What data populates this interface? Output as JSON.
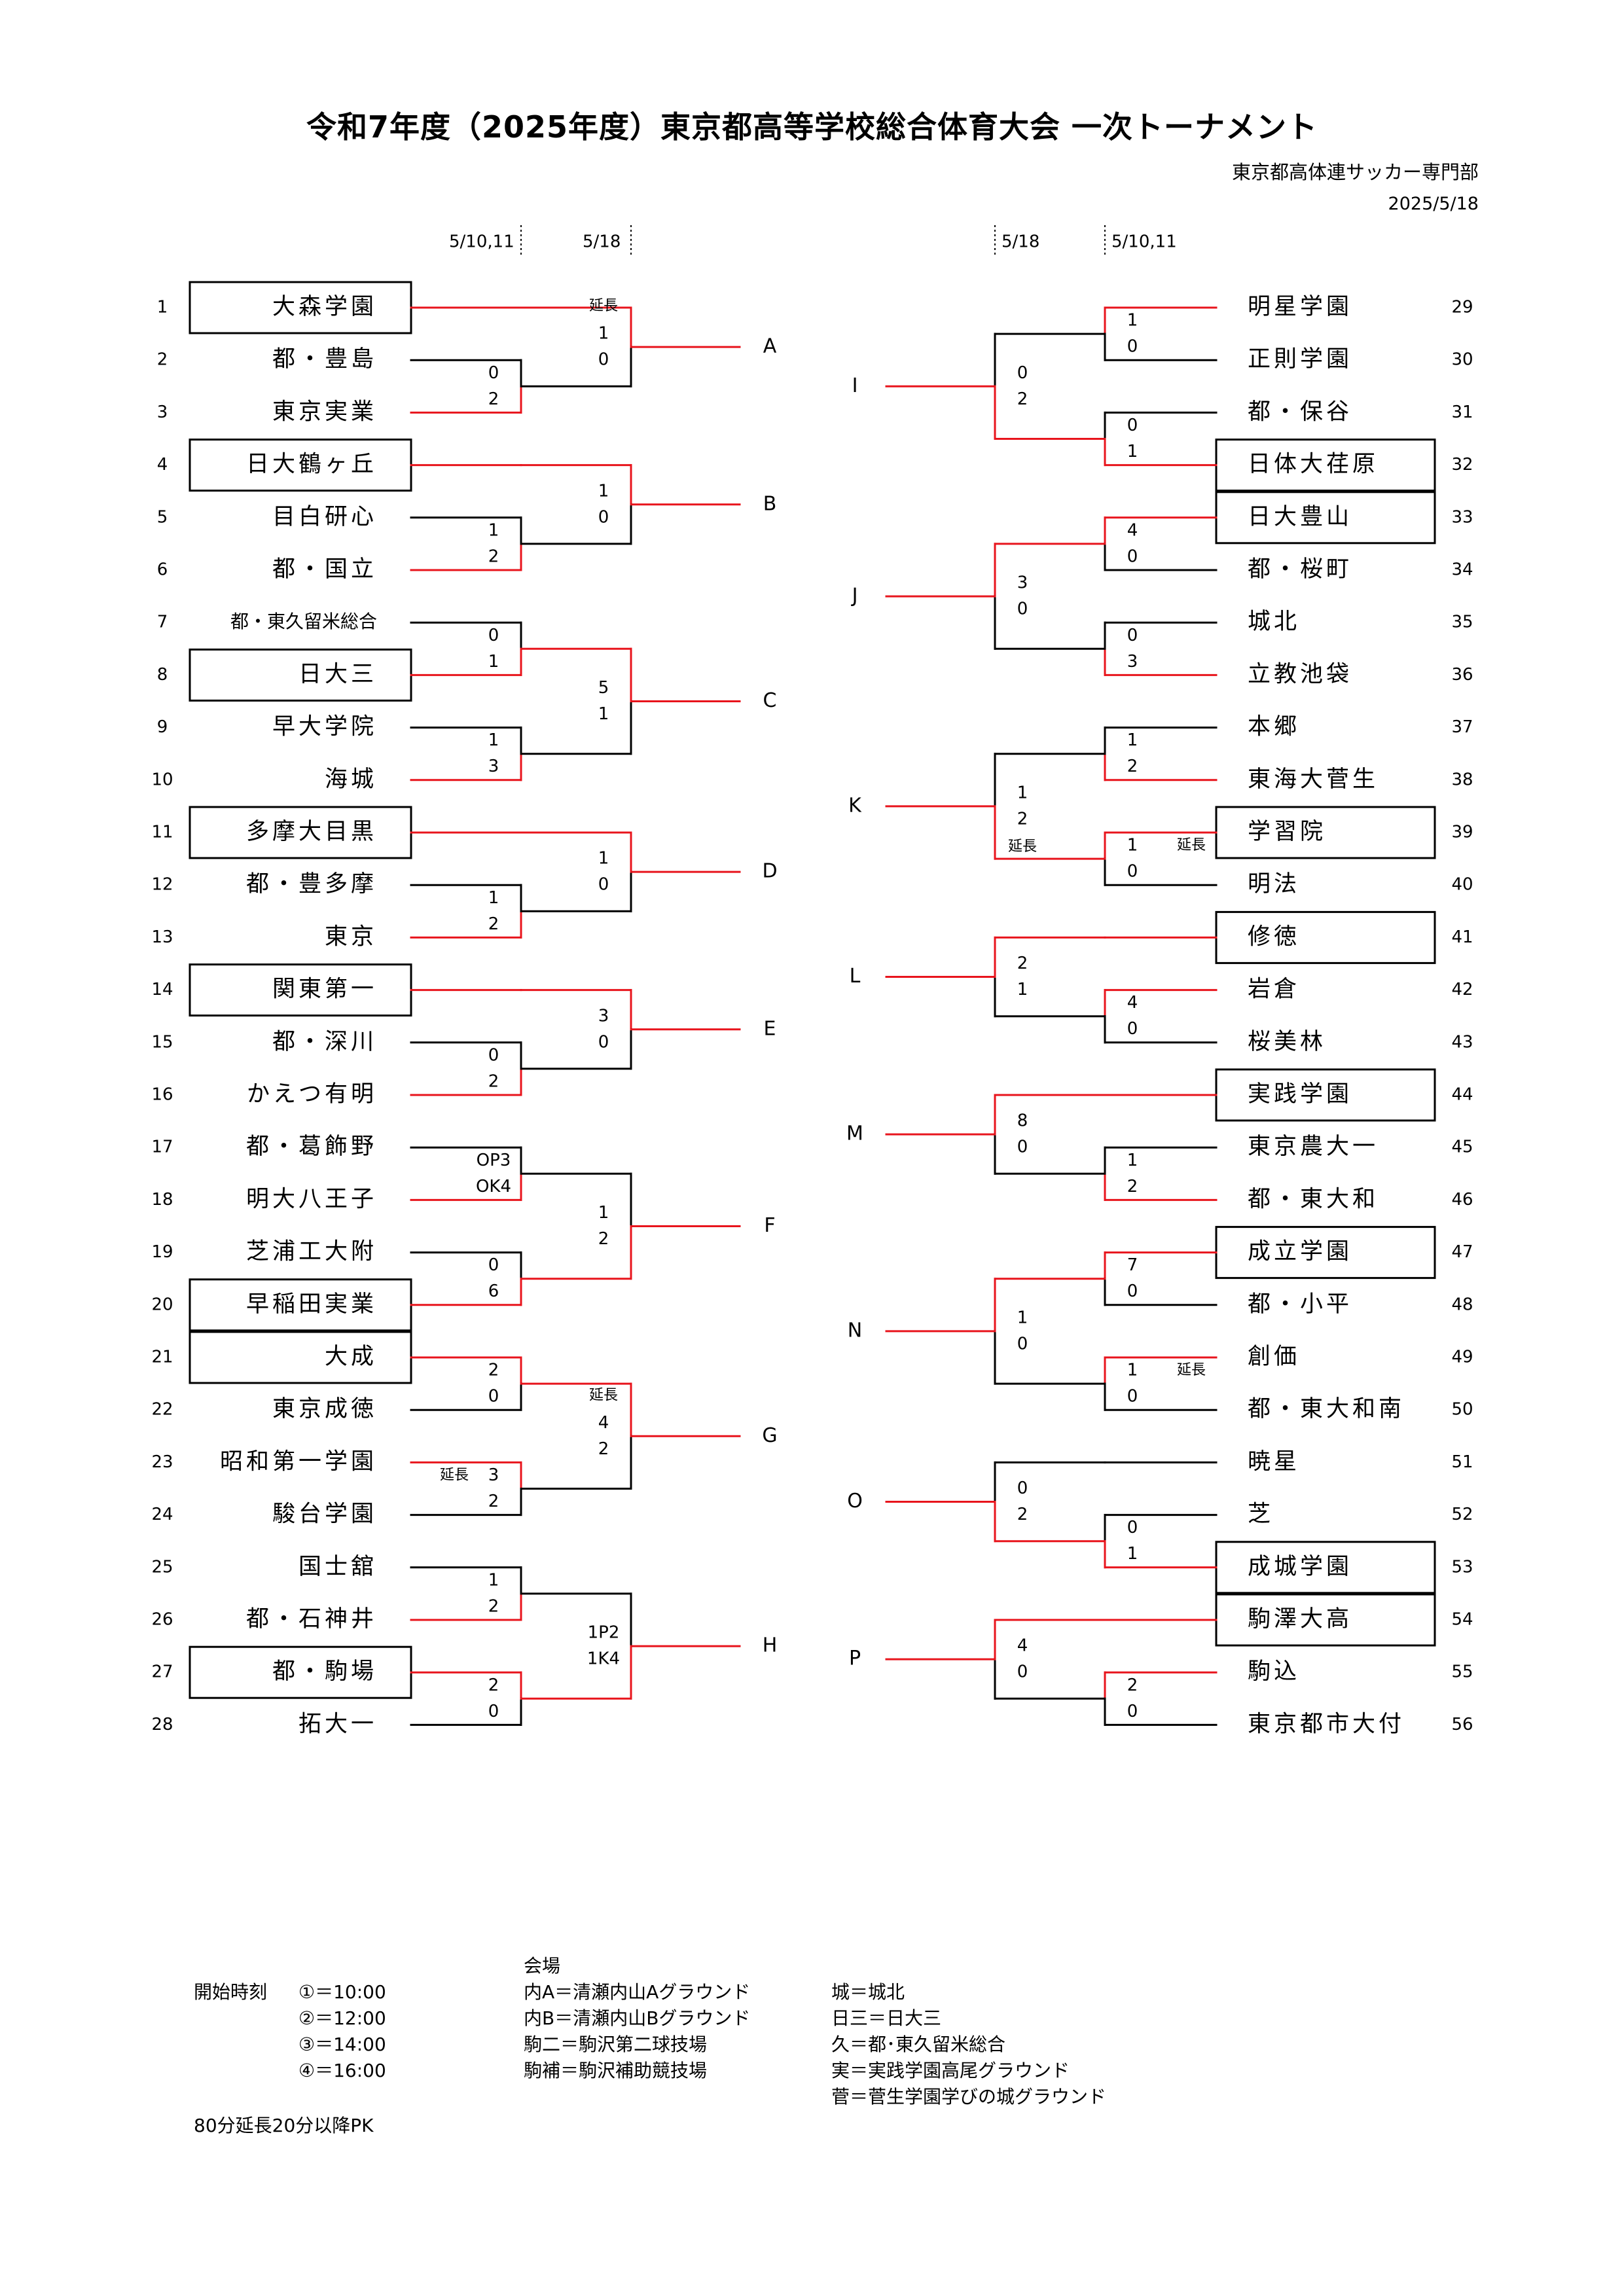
{
  "title": "令和7年度（2025年度）東京都高等学校総合体育大会 一次トーナメント",
  "organizer": "東京都高体連サッカー専門部",
  "date": "2025/5/18",
  "round_dates": {
    "left_r1": "5/10,11",
    "left_r2": "5/18",
    "right_r2": "5/18",
    "right_r1": "5/10,11"
  },
  "colors": {
    "winner_line": "#e8141c",
    "line": "#000000"
  },
  "teams": [
    {
      "num": "1",
      "name": "大森学園",
      "boxed": true
    },
    {
      "num": "2",
      "name": "都・豊島",
      "boxed": false
    },
    {
      "num": "3",
      "name": "東京実業",
      "boxed": false
    },
    {
      "num": "4",
      "name": "日大鶴ヶ丘",
      "boxed": true
    },
    {
      "num": "5",
      "name": "目白研心",
      "boxed": false
    },
    {
      "num": "6",
      "name": "都・国立",
      "boxed": false
    },
    {
      "num": "7",
      "name": "都・東久留米総合",
      "boxed": false
    },
    {
      "num": "8",
      "name": "日大三",
      "boxed": true
    },
    {
      "num": "9",
      "name": "早大学院",
      "boxed": false
    },
    {
      "num": "10",
      "name": "海城",
      "boxed": false
    },
    {
      "num": "11",
      "name": "多摩大目黒",
      "boxed": true
    },
    {
      "num": "12",
      "name": "都・豊多摩",
      "boxed": false
    },
    {
      "num": "13",
      "name": "東京",
      "boxed": false
    },
    {
      "num": "14",
      "name": "関東第一",
      "boxed": true
    },
    {
      "num": "15",
      "name": "都・深川",
      "boxed": false
    },
    {
      "num": "16",
      "name": "かえつ有明",
      "boxed": false
    },
    {
      "num": "17",
      "name": "都・葛飾野",
      "boxed": false
    },
    {
      "num": "18",
      "name": "明大八王子",
      "boxed": false
    },
    {
      "num": "19",
      "name": "芝浦工大附",
      "boxed": false
    },
    {
      "num": "20",
      "name": "早稲田実業",
      "boxed": true
    },
    {
      "num": "21",
      "name": "大成",
      "boxed": true
    },
    {
      "num": "22",
      "name": "東京成徳",
      "boxed": false
    },
    {
      "num": "23",
      "name": "昭和第一学園",
      "boxed": false
    },
    {
      "num": "24",
      "name": "駿台学園",
      "boxed": false
    },
    {
      "num": "25",
      "name": "国士舘",
      "boxed": false
    },
    {
      "num": "26",
      "name": "都・石神井",
      "boxed": false
    },
    {
      "num": "27",
      "name": "都・駒場",
      "boxed": true
    },
    {
      "num": "28",
      "name": "拓大一",
      "boxed": false
    },
    {
      "num": "29",
      "name": "明星学園",
      "boxed": false
    },
    {
      "num": "30",
      "name": "正則学園",
      "boxed": false
    },
    {
      "num": "31",
      "name": "都・保谷",
      "boxed": false
    },
    {
      "num": "32",
      "name": "日体大荏原",
      "boxed": true
    },
    {
      "num": "33",
      "name": "日大豊山",
      "boxed": true
    },
    {
      "num": "34",
      "name": "都・桜町",
      "boxed": false
    },
    {
      "num": "35",
      "name": "城北",
      "boxed": false
    },
    {
      "num": "36",
      "name": "立教池袋",
      "boxed": false
    },
    {
      "num": "37",
      "name": "本郷",
      "boxed": false
    },
    {
      "num": "38",
      "name": "東海大菅生",
      "boxed": false
    },
    {
      "num": "39",
      "name": "学習院",
      "boxed": true
    },
    {
      "num": "40",
      "name": "明法",
      "boxed": false
    },
    {
      "num": "41",
      "name": "修徳",
      "boxed": true
    },
    {
      "num": "42",
      "name": "岩倉",
      "boxed": false
    },
    {
      "num": "43",
      "name": "桜美林",
      "boxed": false
    },
    {
      "num": "44",
      "name": "実践学園",
      "boxed": true
    },
    {
      "num": "45",
      "name": "東京農大一",
      "boxed": false
    },
    {
      "num": "46",
      "name": "都・東大和",
      "boxed": false
    },
    {
      "num": "47",
      "name": "成立学園",
      "boxed": true
    },
    {
      "num": "48",
      "name": "都・小平",
      "boxed": false
    },
    {
      "num": "49",
      "name": "創価",
      "boxed": false
    },
    {
      "num": "50",
      "name": "都・東大和南",
      "boxed": false
    },
    {
      "num": "51",
      "name": "暁星",
      "boxed": false
    },
    {
      "num": "52",
      "name": "芝",
      "boxed": false
    },
    {
      "num": "53",
      "name": "成城学園",
      "boxed": true
    },
    {
      "num": "54",
      "name": "駒澤大高",
      "boxed": true
    },
    {
      "num": "55",
      "name": "駒込",
      "boxed": false
    },
    {
      "num": "56",
      "name": "東京都市大付",
      "boxed": false
    }
  ],
  "blocks": [
    {
      "side": "L",
      "label": "A",
      "top": "1",
      "r1": [
        {
          "a": "2",
          "b": "3",
          "s1": "0",
          "s2": "2",
          "winner": "b",
          "note": ""
        }
      ],
      "r2": {
        "s1": "1",
        "s2": "0",
        "winner": "top",
        "note": "延長"
      }
    },
    {
      "side": "L",
      "label": "B",
      "top": "4",
      "r1": [
        {
          "a": "5",
          "b": "6",
          "s1": "1",
          "s2": "2",
          "winner": "b",
          "note": ""
        }
      ],
      "r2": {
        "s1": "1",
        "s2": "0",
        "winner": "top",
        "note": ""
      }
    },
    {
      "side": "L",
      "label": "C",
      "r1": [
        {
          "a": "7",
          "b": "8",
          "s1": "0",
          "s2": "1",
          "winner": "b",
          "note": ""
        },
        {
          "a": "9",
          "b": "10",
          "s1": "1",
          "s2": "3",
          "winner": "b",
          "note": ""
        }
      ],
      "r2": {
        "s1": "5",
        "s2": "1",
        "winner": "top",
        "note": ""
      }
    },
    {
      "side": "L",
      "label": "D",
      "top": "11",
      "r1": [
        {
          "a": "12",
          "b": "13",
          "s1": "1",
          "s2": "2",
          "winner": "b",
          "note": ""
        }
      ],
      "r2": {
        "s1": "1",
        "s2": "0",
        "winner": "top",
        "note": ""
      }
    },
    {
      "side": "L",
      "label": "E",
      "top": "14",
      "r1": [
        {
          "a": "15",
          "b": "16",
          "s1": "0",
          "s2": "2",
          "winner": "b",
          "note": ""
        }
      ],
      "r2": {
        "s1": "3",
        "s2": "0",
        "winner": "top",
        "note": ""
      }
    },
    {
      "side": "L",
      "label": "F",
      "r1": [
        {
          "a": "17",
          "b": "18",
          "s1": "OP3",
          "s2": "OK4",
          "winner": "b",
          "note": ""
        },
        {
          "a": "19",
          "b": "20",
          "s1": "0",
          "s2": "6",
          "winner": "b",
          "note": ""
        }
      ],
      "r2": {
        "s1": "1",
        "s2": "2",
        "winner": "bottom",
        "note": ""
      }
    },
    {
      "side": "L",
      "label": "G",
      "r1": [
        {
          "a": "21",
          "b": "22",
          "s1": "2",
          "s2": "0",
          "winner": "a",
          "note": ""
        },
        {
          "a": "23",
          "b": "24",
          "s1": "3",
          "s2": "2",
          "winner": "a",
          "note": "延長"
        }
      ],
      "r2": {
        "s1": "4",
        "s2": "2",
        "winner": "top",
        "note": "延長"
      }
    },
    {
      "side": "L",
      "label": "H",
      "r1": [
        {
          "a": "25",
          "b": "26",
          "s1": "1",
          "s2": "2",
          "winner": "b",
          "note": ""
        },
        {
          "a": "27",
          "b": "28",
          "s1": "2",
          "s2": "0",
          "winner": "a",
          "note": ""
        }
      ],
      "r2": {
        "s1": "1P2",
        "s2": "1K4",
        "winner": "bottom",
        "note": ""
      }
    },
    {
      "side": "R",
      "label": "I",
      "r1": [
        {
          "a": "29",
          "b": "30",
          "s1": "1",
          "s2": "0",
          "winner": "a",
          "note": ""
        },
        {
          "a": "31",
          "b": "32",
          "s1": "0",
          "s2": "1",
          "winner": "b",
          "note": ""
        }
      ],
      "r2": {
        "s1": "0",
        "s2": "2",
        "winner": "bottom",
        "note": ""
      }
    },
    {
      "side": "R",
      "label": "J",
      "r1": [
        {
          "a": "33",
          "b": "34",
          "s1": "4",
          "s2": "0",
          "winner": "a",
          "note": ""
        },
        {
          "a": "35",
          "b": "36",
          "s1": "0",
          "s2": "3",
          "winner": "b",
          "note": ""
        }
      ],
      "r2": {
        "s1": "3",
        "s2": "0",
        "winner": "top",
        "note": ""
      }
    },
    {
      "side": "R",
      "label": "K",
      "r1": [
        {
          "a": "37",
          "b": "38",
          "s1": "1",
          "s2": "2",
          "winner": "b",
          "note": ""
        },
        {
          "a": "39",
          "b": "40",
          "s1": "1",
          "s2": "0",
          "winner": "a",
          "note": "延長"
        }
      ],
      "r2": {
        "s1": "1",
        "s2": "2",
        "winner": "bottom",
        "note": "延長"
      }
    },
    {
      "side": "R",
      "label": "L",
      "top": "41",
      "r1": [
        {
          "a": "42",
          "b": "43",
          "s1": "4",
          "s2": "0",
          "winner": "a",
          "note": ""
        }
      ],
      "r2": {
        "s1": "2",
        "s2": "1",
        "winner": "top",
        "note": ""
      }
    },
    {
      "side": "R",
      "label": "M",
      "top": "44",
      "r1": [
        {
          "a": "45",
          "b": "46",
          "s1": "1",
          "s2": "2",
          "winner": "b",
          "note": ""
        }
      ],
      "r2": {
        "s1": "8",
        "s2": "0",
        "winner": "top",
        "note": ""
      }
    },
    {
      "side": "R",
      "label": "N",
      "r1": [
        {
          "a": "47",
          "b": "48",
          "s1": "7",
          "s2": "0",
          "winner": "a",
          "note": ""
        },
        {
          "a": "49",
          "b": "50",
          "s1": "1",
          "s2": "0",
          "winner": "a",
          "note": "延長"
        }
      ],
      "r2": {
        "s1": "1",
        "s2": "0",
        "winner": "top",
        "note": ""
      }
    },
    {
      "side": "R",
      "label": "O",
      "top": "51",
      "r1": [
        {
          "a": "52",
          "b": "53",
          "s1": "0",
          "s2": "1",
          "winner": "b",
          "note": ""
        }
      ],
      "r2": {
        "s1": "0",
        "s2": "2",
        "winner": "bottom",
        "note": ""
      }
    },
    {
      "side": "R",
      "label": "P",
      "top": "54",
      "r1": [
        {
          "a": "55",
          "b": "56",
          "s1": "2",
          "s2": "0",
          "winner": "a",
          "note": ""
        }
      ],
      "r2": {
        "s1": "4",
        "s2": "0",
        "winner": "top",
        "note": ""
      }
    }
  ],
  "start_times": {
    "label": "開始時刻",
    "items": [
      "①＝10:00",
      "②＝12:00",
      "③＝14:00",
      "④＝16:00"
    ]
  },
  "venues": {
    "label": "会場",
    "items": [
      "内A＝清瀬内山Aグラウンド",
      "内B＝清瀬内山Bグラウンド",
      "駒二＝駒沢第二球技場",
      "駒補＝駒沢補助競技場"
    ]
  },
  "abbreviations": [
    "城＝城北",
    "日三＝日大三",
    "久＝都･東久留米総合",
    "実＝実践学園高尾グラウンド",
    "菅＝菅生学園学びの城グラウンド"
  ],
  "rule_note": "80分延長20分以降PK"
}
